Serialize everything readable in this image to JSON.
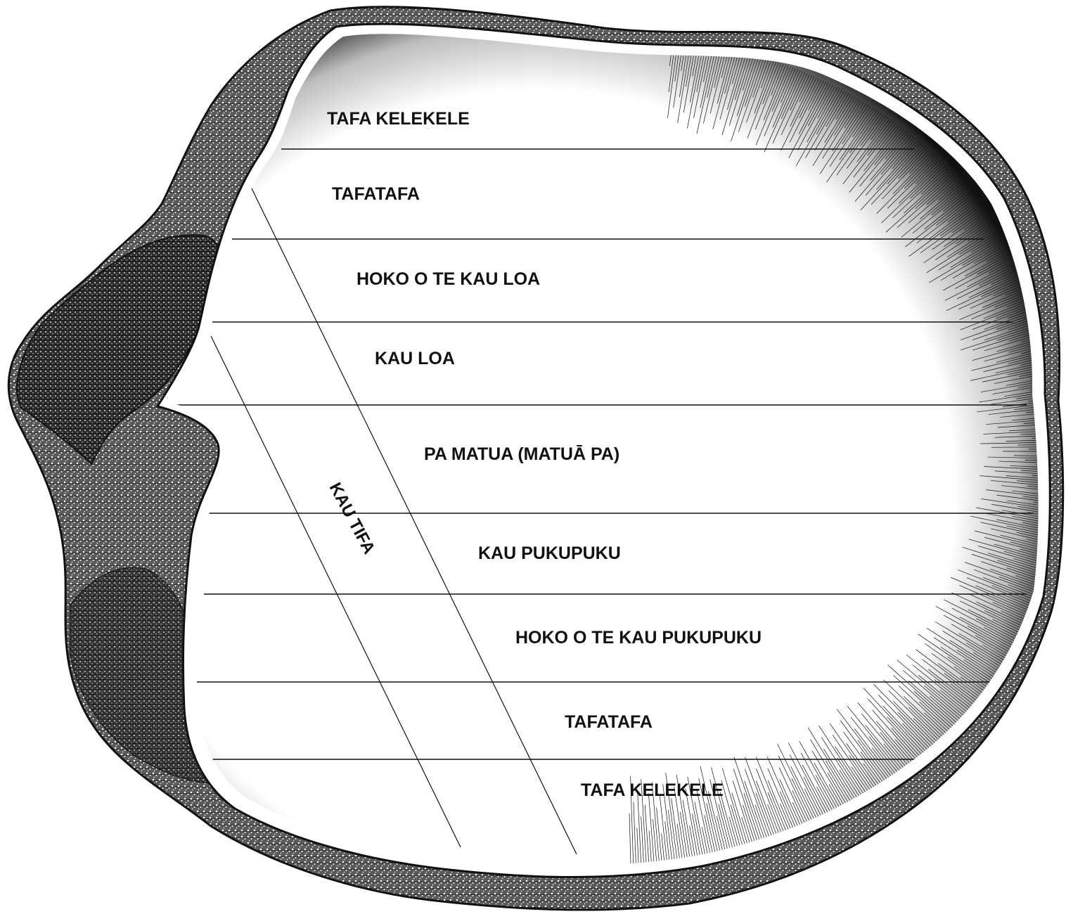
{
  "diagram": {
    "zones": [
      {
        "id": "top-tafa-kelekele",
        "label": "TAFA KELEKELE"
      },
      {
        "id": "top-tafatafa",
        "label": "TAFATAFA"
      },
      {
        "id": "hoko-o-te-kau-loa",
        "label": "HOKO O TE KAU LOA"
      },
      {
        "id": "kau-loa",
        "label": "KAU LOA"
      },
      {
        "id": "pa-matua",
        "label": "PA MATUA (MATUĀ PA)"
      },
      {
        "id": "kau-pukupuku",
        "label": "KAU PUKUPUKU"
      },
      {
        "id": "hoko-o-te-kau-pukupuku",
        "label": "HOKO O TE KAU PUKUPUKU"
      },
      {
        "id": "bottom-tafatafa",
        "label": "TAFATAFA"
      },
      {
        "id": "bottom-tafa-kelekele",
        "label": "TAFA KELEKELE"
      }
    ],
    "diagonal_label": "KAU TIFA"
  },
  "colors": {
    "ink": "#111111",
    "paper": "#ffffff",
    "rim_fill": "#4a4a4a"
  }
}
